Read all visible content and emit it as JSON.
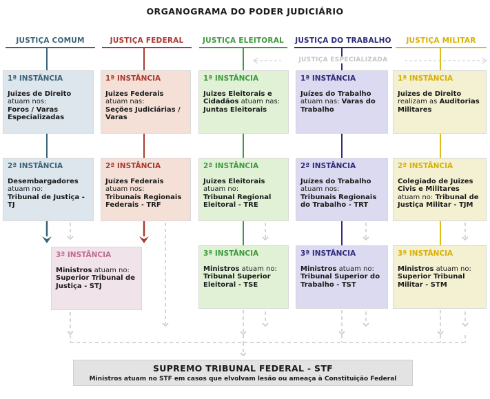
{
  "title": "ORGANOGRAMA DO PODER JUDICIÁRIO",
  "specialized_label": "JUSTIÇA ESPECIALIZADA",
  "colors": {
    "comum": "#3a6478",
    "federal": "#a93a32",
    "eleitoral": "#3e9a3e",
    "trabalho": "#2e2c7a",
    "militar": "#e0bc18",
    "dashed": "#c8c8c8"
  },
  "columns": [
    {
      "key": "comum",
      "header": "JUSTIÇA COMUM",
      "first": {
        "level": "1ª INSTÂNCIA",
        "bold1": "Juizes de Direito",
        "normal": "atuam nos:",
        "bold2": "Foros / Varas Especializadas"
      },
      "second": {
        "level": "2ª INSTÂNCIA",
        "bold1": "Desembargadores",
        "normal": "atuam no:",
        "bold2": "Tribunal de Justiça - TJ"
      }
    },
    {
      "key": "federal",
      "header": "JUSTIÇA FEDERAL",
      "first": {
        "level": "1ª INSTÂNCIA",
        "bold1": "Juizes Federais",
        "normal": "atuam nas:",
        "bold2": "Seções Judiciárias / Varas"
      },
      "second": {
        "level": "2ª INSTÂNCIA",
        "bold1": "Juízes Federais",
        "normal": "atuam nos:",
        "bold2": "Tribunais Regionais Federais - TRF"
      }
    },
    {
      "key": "eleitoral",
      "header": "JUSTIÇA ELEITORAL",
      "first": {
        "level": "1ª INSTÂNCIA",
        "bold1": "Juizes Eleitorais e Cidadãos",
        "normal": "atuam nas:",
        "bold2": "Juntas Eleitorais"
      },
      "second": {
        "level": "2ª INSTÂNCIA",
        "bold1": "Juizes Eleitorais",
        "normal": "atuam no:",
        "bold2": "Tribunal Regional Eleitoral - TRE"
      },
      "third": {
        "level": "3ª INSTÂNCIA",
        "bold1": "Ministros",
        "normal": "atuam no:",
        "bold2": "Tribunal Superior Eleitoral - TSE"
      }
    },
    {
      "key": "trabalho",
      "header": "JUSTIÇA DO TRABALHO",
      "first": {
        "level": "1ª INSTÂNCIA",
        "bold1": "Juízes do Trabalho",
        "normal": "atuam nas:",
        "bold2": "Varas do Trabalho"
      },
      "second": {
        "level": "2ª INSTÂNCIA",
        "bold1": "Juízes do Trabalho",
        "normal": "atuam nos:",
        "bold2": "Tribunais Regionais do Trabalho - TRT"
      },
      "third": {
        "level": "3ª INSTÂNCIA",
        "bold1": "Ministros",
        "normal": "atuam no:",
        "bold2": "Tribunal Superior do Trabalho - TST"
      }
    },
    {
      "key": "militar",
      "header": "JUSTIÇA MILITAR",
      "first": {
        "level": "1ª INSTÂNCIA",
        "bold1": "Juizes de Direito",
        "normal": "realizam as",
        "bold2": "Auditorias Militares"
      },
      "second": {
        "level": "2ª INSTÂNCIA",
        "bold1": "Colegiado de Juizes Civis e Militares",
        "normal": "atuam no:",
        "bold2": "Tribunal de Justiça Militar - TJM"
      },
      "third": {
        "level": "3ª INSTÂNCIA",
        "bold1": "Ministros",
        "normal": "atuam no:",
        "bold2": "Superior Tribunal Militar - STM"
      }
    }
  ],
  "stj": {
    "level": "3ª INSTÂNCIA",
    "bold1": "Ministros",
    "normal": "atuam no:",
    "bold2": "Superior Tribunal de Justiça - STJ"
  },
  "stf": {
    "title": "SUPREMO TRIBUNAL FEDERAL - STF",
    "subtitle": "Ministros atuam no STF em casos que elvolvam lesão ou ameaça à Constituição Federal"
  }
}
